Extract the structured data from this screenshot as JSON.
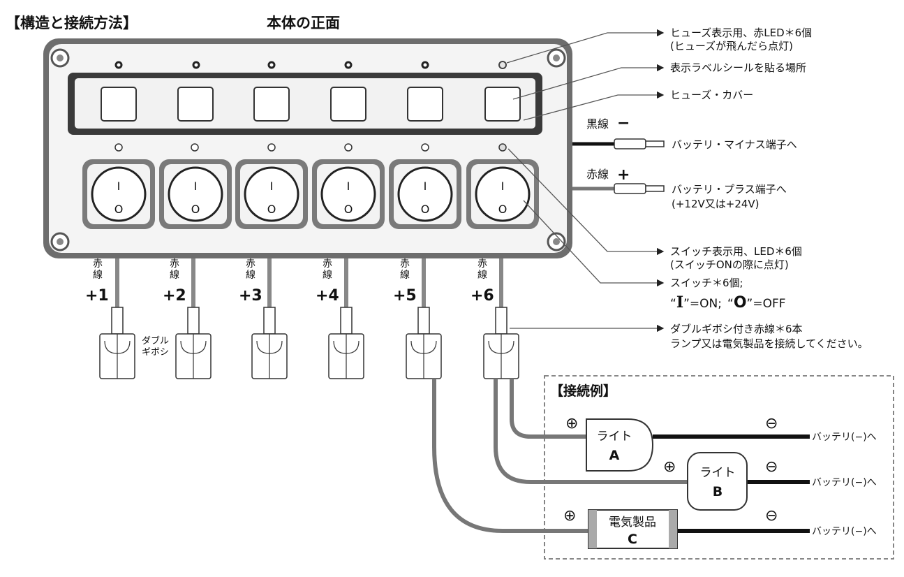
{
  "header": {
    "section_title": "【構造と接続方法】",
    "front_title": "本体の正面"
  },
  "switches": [
    {
      "label_top": "赤",
      "label_bottom": "線",
      "number": "+1",
      "on_glyph": "I",
      "off_glyph": "O"
    },
    {
      "label_top": "赤",
      "label_bottom": "線",
      "number": "+2",
      "on_glyph": "I",
      "off_glyph": "O"
    },
    {
      "label_top": "赤",
      "label_bottom": "線",
      "number": "+3",
      "on_glyph": "I",
      "off_glyph": "O"
    },
    {
      "label_top": "赤",
      "label_bottom": "線",
      "number": "+4",
      "on_glyph": "I",
      "off_glyph": "O"
    },
    {
      "label_top": "赤",
      "label_bottom": "線",
      "number": "+5",
      "on_glyph": "I",
      "off_glyph": "O"
    },
    {
      "label_top": "赤",
      "label_bottom": "線",
      "number": "+6",
      "on_glyph": "I",
      "off_glyph": "O"
    }
  ],
  "double_terminal_label": [
    "ダブル",
    "ギボシ"
  ],
  "callouts": {
    "fuse_led": [
      "ヒューズ表示用、赤LED＊6個",
      "(ヒューズが飛んだら点灯)"
    ],
    "label_area": "表示ラベルシールを貼る場所",
    "fuse_cover": "ヒューズ・カバー",
    "black_wire": "黒線",
    "black_sign": "−",
    "battery_minus": "バッテリ・マイナス端子へ",
    "red_wire": "赤線",
    "red_sign": "+",
    "battery_plus": [
      "バッテリ・プラス端子へ",
      "(+12V又は+24V)"
    ],
    "switch_led": [
      "スイッチ表示用、LED＊6個",
      "(スイッチONの際に点灯)"
    ],
    "switch": "スイッチ＊6個;",
    "switch_legend": {
      "q1": "“",
      "on": "I",
      "on_text": "”=ON;",
      "q2": "“",
      "off": "O",
      "off_text": "”=OFF"
    },
    "harness": [
      "ダブルギボシ付き赤線＊6本",
      "ランプ又は電気製品を接続してください。"
    ]
  },
  "example": {
    "title": "【接続例】",
    "light_a": {
      "name": "ライト",
      "letter": "A"
    },
    "light_b": {
      "name": "ライト",
      "letter": "B"
    },
    "device_c": {
      "name": "電気製品",
      "letter": "C"
    },
    "plus_symbol": "⊕",
    "minus_symbol": "⊖",
    "to_battery_minus": "バッテリ(−)へ"
  }
}
